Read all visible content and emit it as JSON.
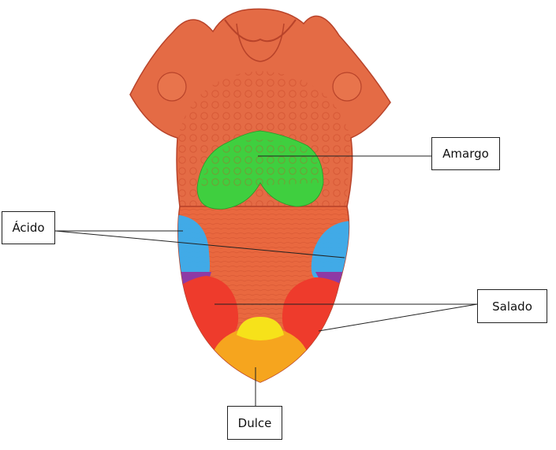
{
  "labels": {
    "amargo": "Amargo",
    "acido": "Ácido",
    "salado": "Salado",
    "dulce": "Dulce"
  },
  "colors": {
    "tongue": "#e9683f",
    "tongue_dark": "#c9492a",
    "bitter": "#3fcf3f",
    "sour": "#38aef0",
    "salty": "#ee3b2c",
    "sweet": "#f6a51e",
    "sweet_inner": "#f6e21a",
    "overlap": "#8e3aa5"
  }
}
